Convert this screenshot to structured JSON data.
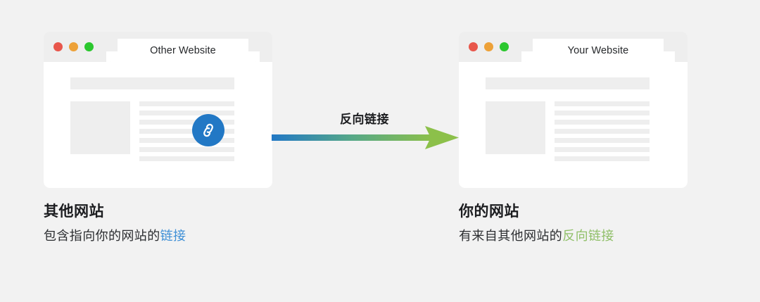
{
  "background_color": "#f2f2f2",
  "arrow": {
    "label": "反向链接",
    "start_color": "#2278c5",
    "end_color": "#8cc04a",
    "direction": "left-to-right"
  },
  "windows": [
    {
      "id": "other-website",
      "tab_title": "Other Website",
      "traffic_lights": [
        "red",
        "yellow",
        "green"
      ],
      "traffic_light_colors": [
        "#e8564b",
        "#eda138",
        "#2bc72e"
      ],
      "skeleton": {
        "header_bar": true,
        "image_placeholder": true,
        "text_lines": 7
      },
      "badge": {
        "icon": "link-icon",
        "color": "#2278c5",
        "visible": true
      }
    },
    {
      "id": "your-website",
      "tab_title": "Your Website",
      "traffic_lights": [
        "red",
        "yellow",
        "green"
      ],
      "traffic_light_colors": [
        "#e8564b",
        "#eda138",
        "#2bc72e"
      ],
      "skeleton": {
        "header_bar": true,
        "image_placeholder": true,
        "text_lines": 7
      },
      "badge": {
        "icon": "link-icon",
        "color": "#2278c5",
        "visible": false
      }
    }
  ],
  "captions": [
    {
      "id": "other-website-caption",
      "title": "其他网站",
      "sub_prefix": "包含指向你的网站的",
      "sub_highlight": "链接",
      "highlight_color": "#3e8fd6"
    },
    {
      "id": "your-website-caption",
      "title": "你的网站",
      "sub_prefix": "有来自其他网站的",
      "sub_highlight": "反向链接",
      "highlight_color": "#8fbf68"
    }
  ]
}
